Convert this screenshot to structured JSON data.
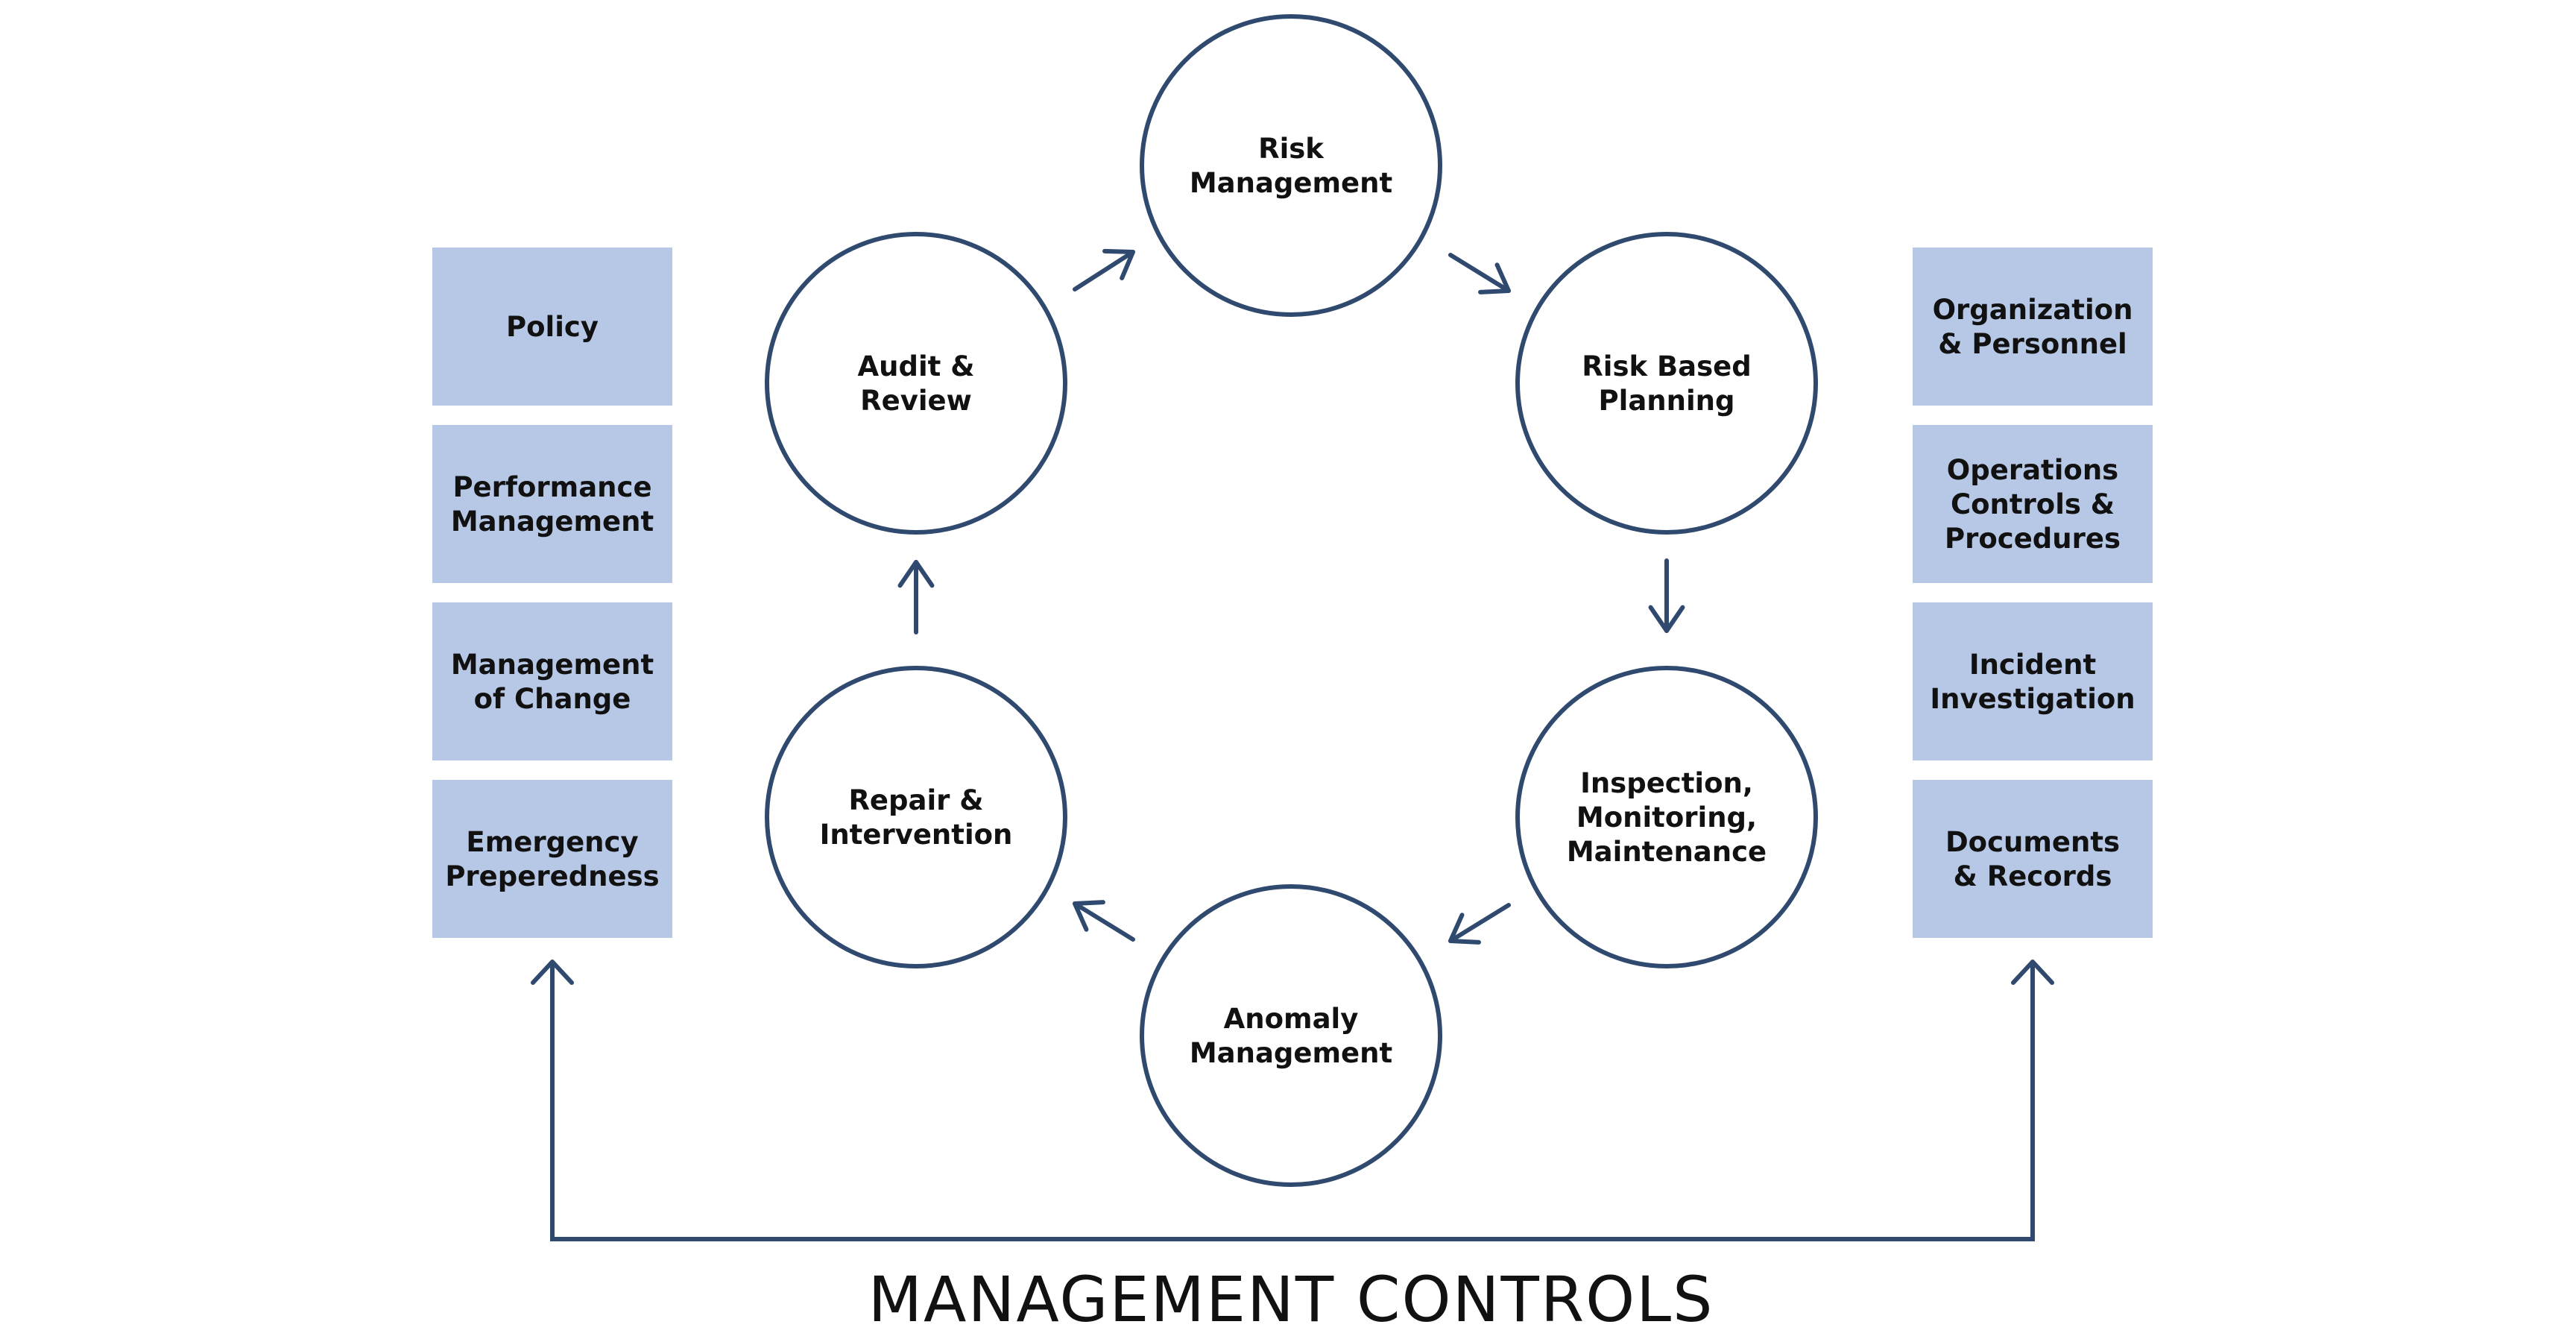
{
  "colors": {
    "stroke": "#2f4a6e",
    "box_fill": "#b7c8e6",
    "text": "#111111",
    "background": "#ffffff"
  },
  "cycle": [
    {
      "id": "risk-management",
      "lines": [
        "Risk",
        "Management"
      ]
    },
    {
      "id": "risk-based-planning",
      "lines": [
        "Risk Based",
        "Planning"
      ]
    },
    {
      "id": "inspection-monitoring-maintenance",
      "lines": [
        "Inspection,",
        "Monitoring,",
        "Maintenance"
      ]
    },
    {
      "id": "anomaly-management",
      "lines": [
        "Anomaly",
        "Management"
      ]
    },
    {
      "id": "repair-intervention",
      "lines": [
        "Repair &",
        "Intervention"
      ]
    },
    {
      "id": "audit-review",
      "lines": [
        "Audit &",
        "Review"
      ]
    }
  ],
  "left_boxes": [
    {
      "id": "policy",
      "lines": [
        "Policy"
      ]
    },
    {
      "id": "performance-management",
      "lines": [
        "Performance",
        "Management"
      ]
    },
    {
      "id": "management-of-change",
      "lines": [
        "Management",
        "of Change"
      ]
    },
    {
      "id": "emergency-preperedness",
      "lines": [
        "Emergency",
        "Preperedness"
      ]
    }
  ],
  "right_boxes": [
    {
      "id": "organization-personnel",
      "lines": [
        "Organization",
        "& Personnel"
      ]
    },
    {
      "id": "operations-controls-procedures",
      "lines": [
        "Operations",
        "Controls &",
        "Procedures"
      ]
    },
    {
      "id": "incident-investigation",
      "lines": [
        "Incident",
        "Investigation"
      ]
    },
    {
      "id": "documents-records",
      "lines": [
        "Documents",
        "& Records"
      ]
    }
  ],
  "footer": {
    "label": "MANAGEMENT CONTROLS"
  }
}
